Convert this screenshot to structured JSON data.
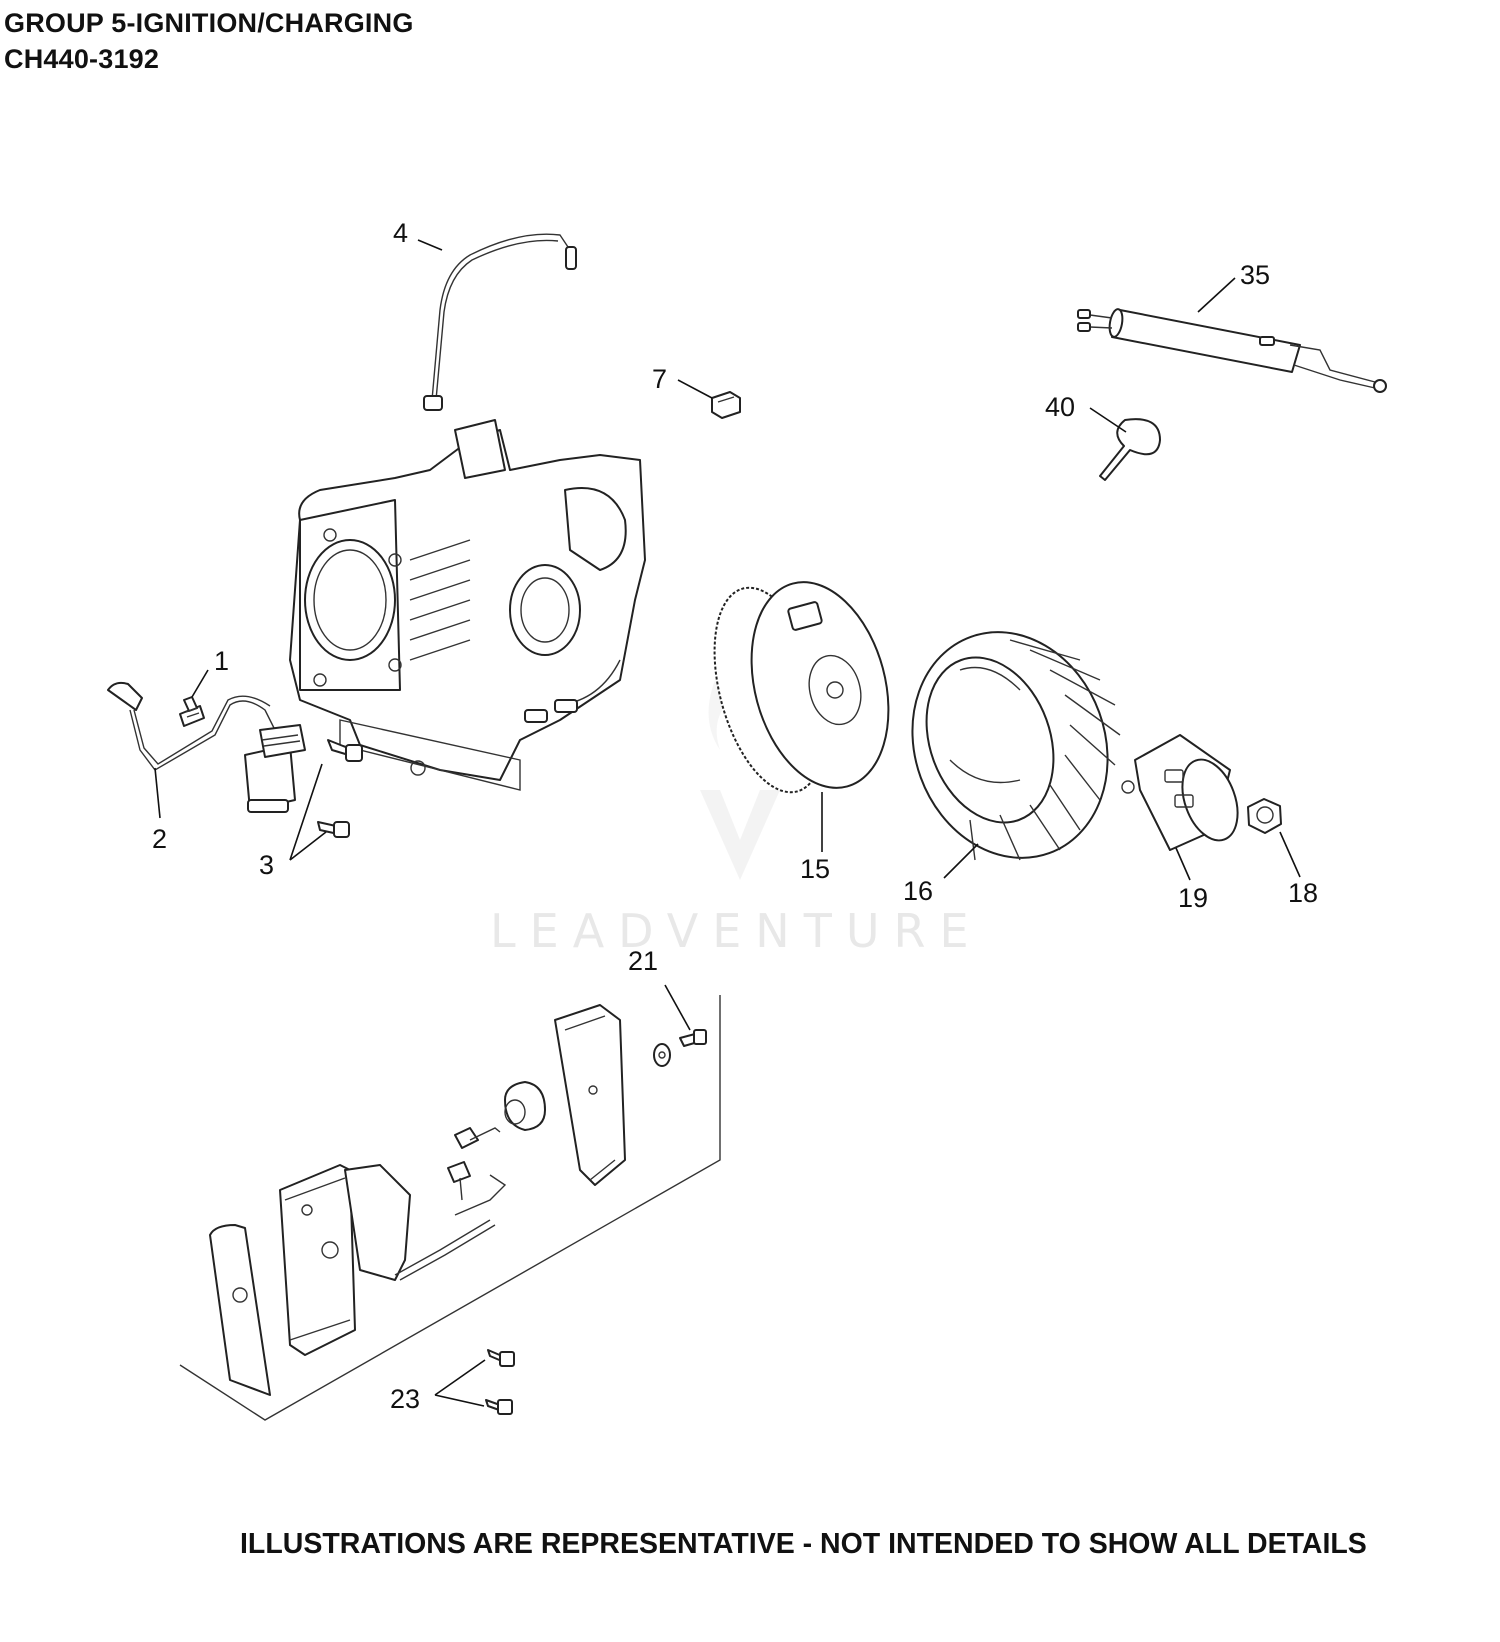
{
  "header": {
    "group_title": "GROUP 5-IGNITION/CHARGING",
    "model_code": "CH440-3192"
  },
  "footer": {
    "disclaimer": "ILLUSTRATIONS ARE REPRESENTATIVE - NOT INTENDED TO SHOW ALL DETAILS"
  },
  "watermark": {
    "text": "LEADVENTURE"
  },
  "callouts": {
    "c1": "1",
    "c2": "2",
    "c3": "3",
    "c4": "4",
    "c7": "7",
    "c15": "15",
    "c16": "16",
    "c18": "18",
    "c19": "19",
    "c21": "21",
    "c23": "23",
    "c35": "35",
    "c40": "40"
  }
}
